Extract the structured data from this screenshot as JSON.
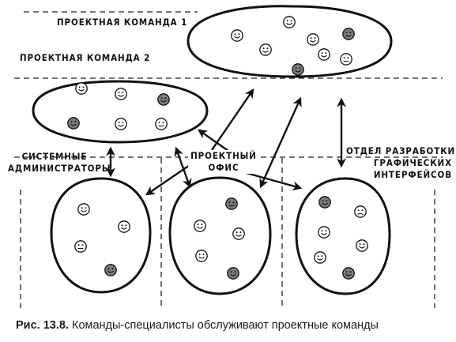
{
  "labels": {
    "team1": "ПРОЕКТНАЯ КОМАНДА 1",
    "team2": "ПРОЕКТНАЯ КОМАНДА 2",
    "sysadmin_line1": "СИСТЕМНЫЕ",
    "sysadmin_line2": "АДМИНИСТРАТОРЫ",
    "office_line1": "ПРОЕКТНЫЙ",
    "office_line2": "ОФИС",
    "gui_line1": "ОТДЕЛ РАЗРАБОТКИ",
    "gui_line2": "ГРАФИЧЕСКИХ",
    "gui_line3": "ИНТЕРФЕЙСОВ"
  },
  "caption": {
    "figure": "Рис. 13.8.",
    "text": "Команды-специалисты обслуживают проектные команды"
  },
  "groups": {
    "team1": {
      "members": [
        "happy",
        "happy",
        "happy",
        "happy-dark",
        "happy",
        "happy-dark",
        "happy",
        "neutral"
      ]
    },
    "team2": {
      "members": [
        "happy",
        "happy",
        "happy-dark",
        "happy-dark",
        "happy",
        "neutral"
      ]
    },
    "sysadmins": {
      "members": [
        "happy",
        "happy",
        "neutral",
        "happy-dark"
      ]
    },
    "office": {
      "members": [
        "happy-dark",
        "happy",
        "happy",
        "happy",
        "happy-dark"
      ]
    },
    "gui": {
      "members": [
        "happy-dark",
        "sad",
        "happy",
        "happy",
        "happy",
        "happy-dark"
      ]
    }
  },
  "colors": {
    "ink": "#111111",
    "dark_face": "#7a7a7a",
    "light_face": "#ffffff"
  }
}
